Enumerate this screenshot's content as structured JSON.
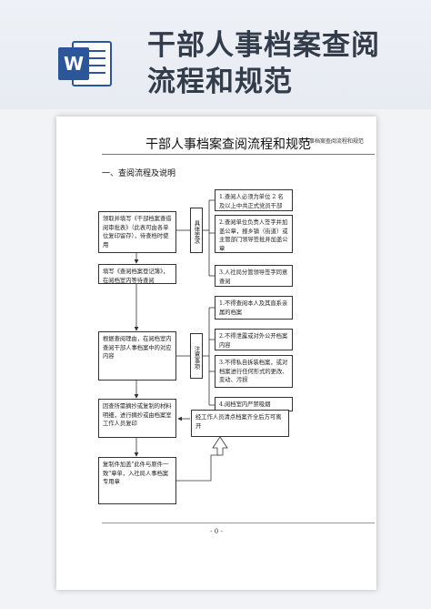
{
  "banner": {
    "title": "干部人事档案查阅\n流程和规范",
    "app_icon": "word-document-icon",
    "brand_color": "#2b579a"
  },
  "document": {
    "title": "干部人事档案查阅流程和规范",
    "header_note": "部人事档案查阅流程和规范",
    "section_heading": "一、查阅流程及说明",
    "page_number": "- 0 -"
  },
  "flow": {
    "steps": [
      "领取并填写《干部档案查借阅审批表》（此表可由各单位复印留存），待查档时使用",
      "填写《查阅档案登记簿》，在阅档室内等待查阅",
      "根据查阅理由，在阅档室内查阅干部人事档案中的对应内容",
      "因查所需摘抄或复制的材料明细，进行摘抄或由档案室工作人员复印",
      "复制件加盖\"此件与原件一致\"章单，入社局人事档案专用章"
    ],
    "requirements_label": "具体要求",
    "requirements": [
      "1.查阅人必须为单位 2 名及以上中共正式党员干部",
      "2.查阅单位负责人签字并加盖公章，报乡镇（街道）或主管部门领导签批并加盖公章",
      "3.人社局分管领导签字同意查阅"
    ],
    "notes_label": "注意事项",
    "notes": [
      "1.不得查阅本人及其直系亲属的档案",
      "2.不得泄露或对外公开档案内容",
      "3.不得私自拆装档案，或对档案进行任何形式的更改、变动、污损",
      "4.阅档室内严禁吸烟"
    ],
    "return_step": "经工作人员清点档案齐全后方可离开"
  }
}
